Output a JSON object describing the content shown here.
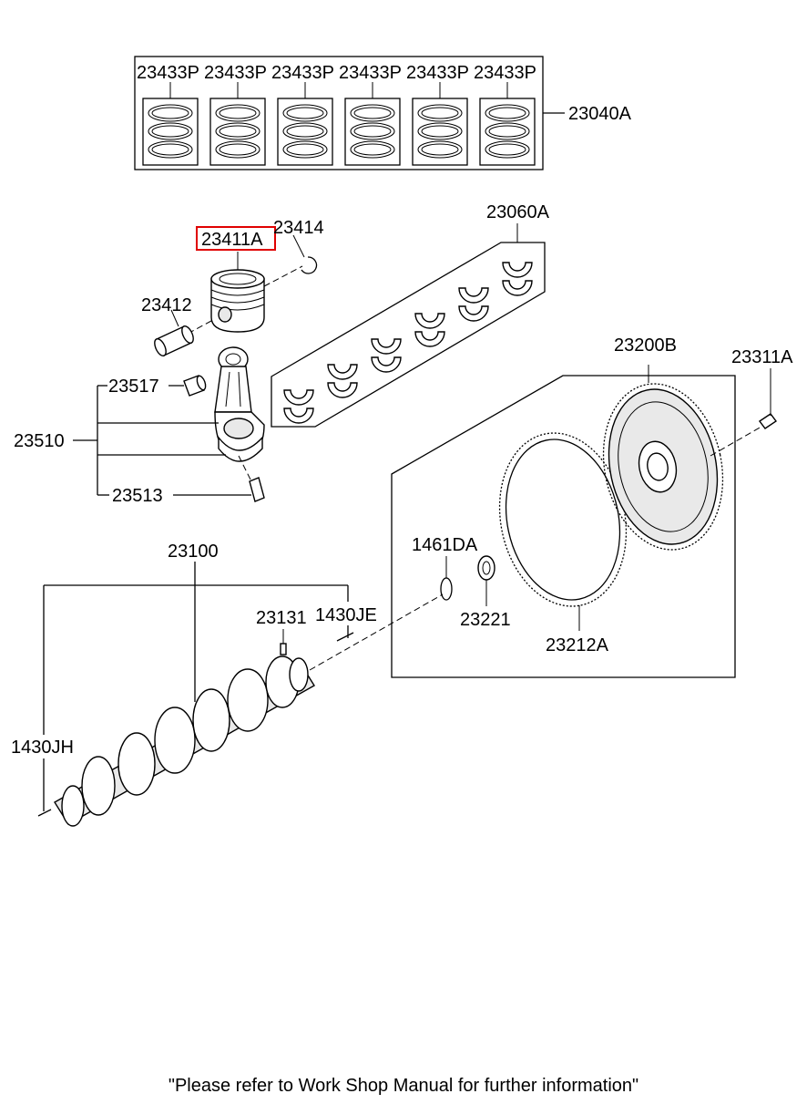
{
  "labels": {
    "ring_a": "23433P",
    "ring_b": "23433P",
    "ring_c": "23433P",
    "ring_d": "23433P",
    "ring_e": "23433P",
    "ring_f": "23433P",
    "ring_set": "23040A",
    "piston": "23411A",
    "snap_ring": "23414",
    "piston_pin": "23412",
    "bearing_set": "23060A",
    "pin_bushing": "23517",
    "conrod_assy": "23510",
    "conrod_bolt": "23513",
    "flywheel": "23200B",
    "flywheel_bolt": "23311A",
    "crankshaft": "23100",
    "spacer_ring": "1461DA",
    "pilot_bearing": "23221",
    "ring_gear": "23212A",
    "key": "23131",
    "dowel_rear": "1430JE",
    "dowel_front": "1430JH"
  },
  "highlight": {
    "label": "23411A",
    "color": "#e00000"
  },
  "footer": "\"Please refer to Work Shop Manual for further information\""
}
